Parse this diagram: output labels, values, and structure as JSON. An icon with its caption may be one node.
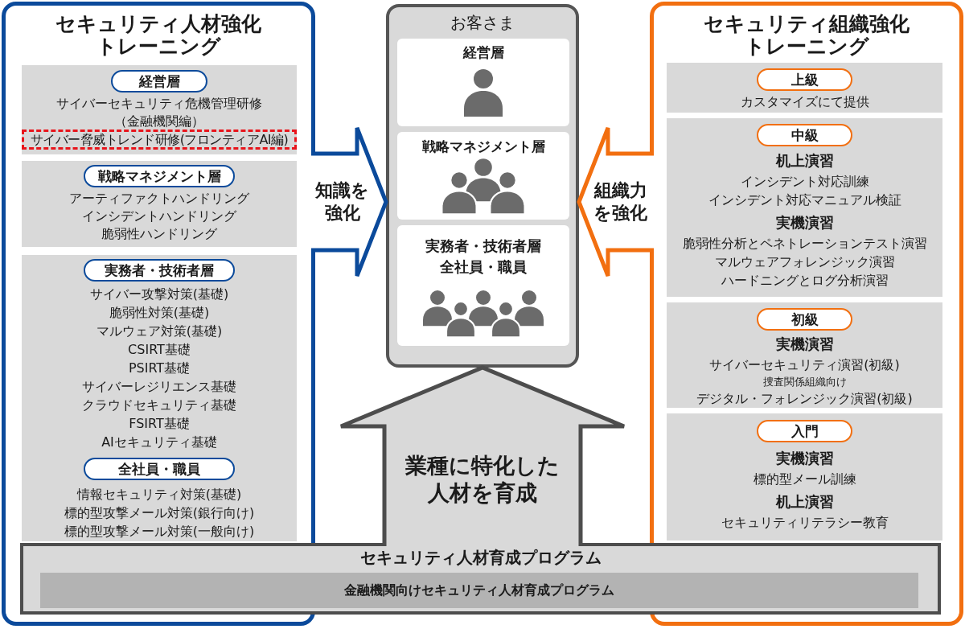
{
  "diagram": {
    "nodes": [
      {
        "text": [
          "セキュリティ人材強化トレーニング"
        ]
      },
      {
        "text": [
          "サイバーセキュリティ危機管理研修（金融機関編）"
        ],
        "in": 0
      },
      {
        "text": [
          "経営層"
        ],
        "in": 1
      },
      {
        "text": [
          "サイバー脅威トレンド研修(フロンティアAI編)"
        ],
        "in": 1
      },
      {
        "text": [
          "アーティファクトハンドリング",
          "インシデントハンドリング",
          "脆弱性ハンドリング"
        ],
        "in": 0
      },
      {
        "text": [
          "戦略マネジメント層"
        ],
        "in": 4
      },
      {
        "text": [
          "サイバー攻撃対策(基礎)",
          "脆弱性対策(基礎)",
          "マルウェア対策(基礎)",
          "CSIRT基礎",
          "PSIRT基礎",
          "サイバーレジリエンス基礎",
          "クラウドセキュリティ基礎",
          "FSIRT基礎",
          "AIセキュリティ基礎",
          "情報セキュリティ対策(基礎)",
          "標的型攻撃メール対策(銀行向け)",
          "標的型攻撃メール対策(一般向け)"
        ],
        "in": 0
      },
      {
        "text": [
          "実務者・技術者層"
        ],
        "in": 6
      },
      {
        "text": [
          "全社員・職員"
        ],
        "in": 6
      },
      {
        "text": [
          "お客さま"
        ]
      },
      {
        "text": [
          "経営層"
        ],
        "in": 9
      },
      {
        "text": [
          "戦略マネジメント層"
        ],
        "in": 9
      },
      {
        "text": [
          "実務者・技術者層",
          "全社員・職員"
        ],
        "in": 9
      },
      {
        "text": [
          "セキュリティ組織強化トレーニング"
        ]
      },
      {
        "text": [
          "カスタマイズにて提供"
        ],
        "in": 13
      },
      {
        "text": [
          "上級"
        ],
        "in": 14
      },
      {
        "text": [
          "机上演習",
          "インシデント対応訓練",
          "インシデント対応マニュアル検証",
          "実機演習",
          "脆弱性分析とペネトレーションテスト演習",
          "マルウェアフォレンジック演習",
          "ハードニングとログ分析演習"
        ],
        "in": 13
      },
      {
        "text": [
          "中級"
        ],
        "in": 16
      },
      {
        "text": [
          "実機演習",
          "サイバーセキュリティ演習(初級)",
          "捜査関係組織向け",
          "デジタル・フォレンジック演習(初級)"
        ],
        "in": 13
      },
      {
        "text": [
          "初級"
        ],
        "in": 18
      },
      {
        "text": [
          "実機演習",
          "標的型メール訓練",
          "机上演習",
          "セキュリティリテラシー教育"
        ],
        "in": 13
      },
      {
        "text": [
          "入門"
        ],
        "in": 20
      },
      {
        "text": [
          "セキュリティ人材育成プログラム"
        ]
      },
      {
        "text": [
          "金融機関向けセキュリティ人材育成プログラム"
        ],
        "in": 22
      }
    ],
    "edges": [
      {
        "from": 0,
        "to": 9,
        "arrow": "to",
        "label": "知識を強化",
        "color": "#0b4a9b"
      },
      {
        "from": 13,
        "to": 9,
        "arrow": "to",
        "label": "組織力を強化",
        "color": "#f26f10"
      },
      {
        "from": 22,
        "to": 9,
        "arrow": "to",
        "label": "業種に特化した人材を育成",
        "color": "#4d4d4d"
      }
    ]
  }
}
